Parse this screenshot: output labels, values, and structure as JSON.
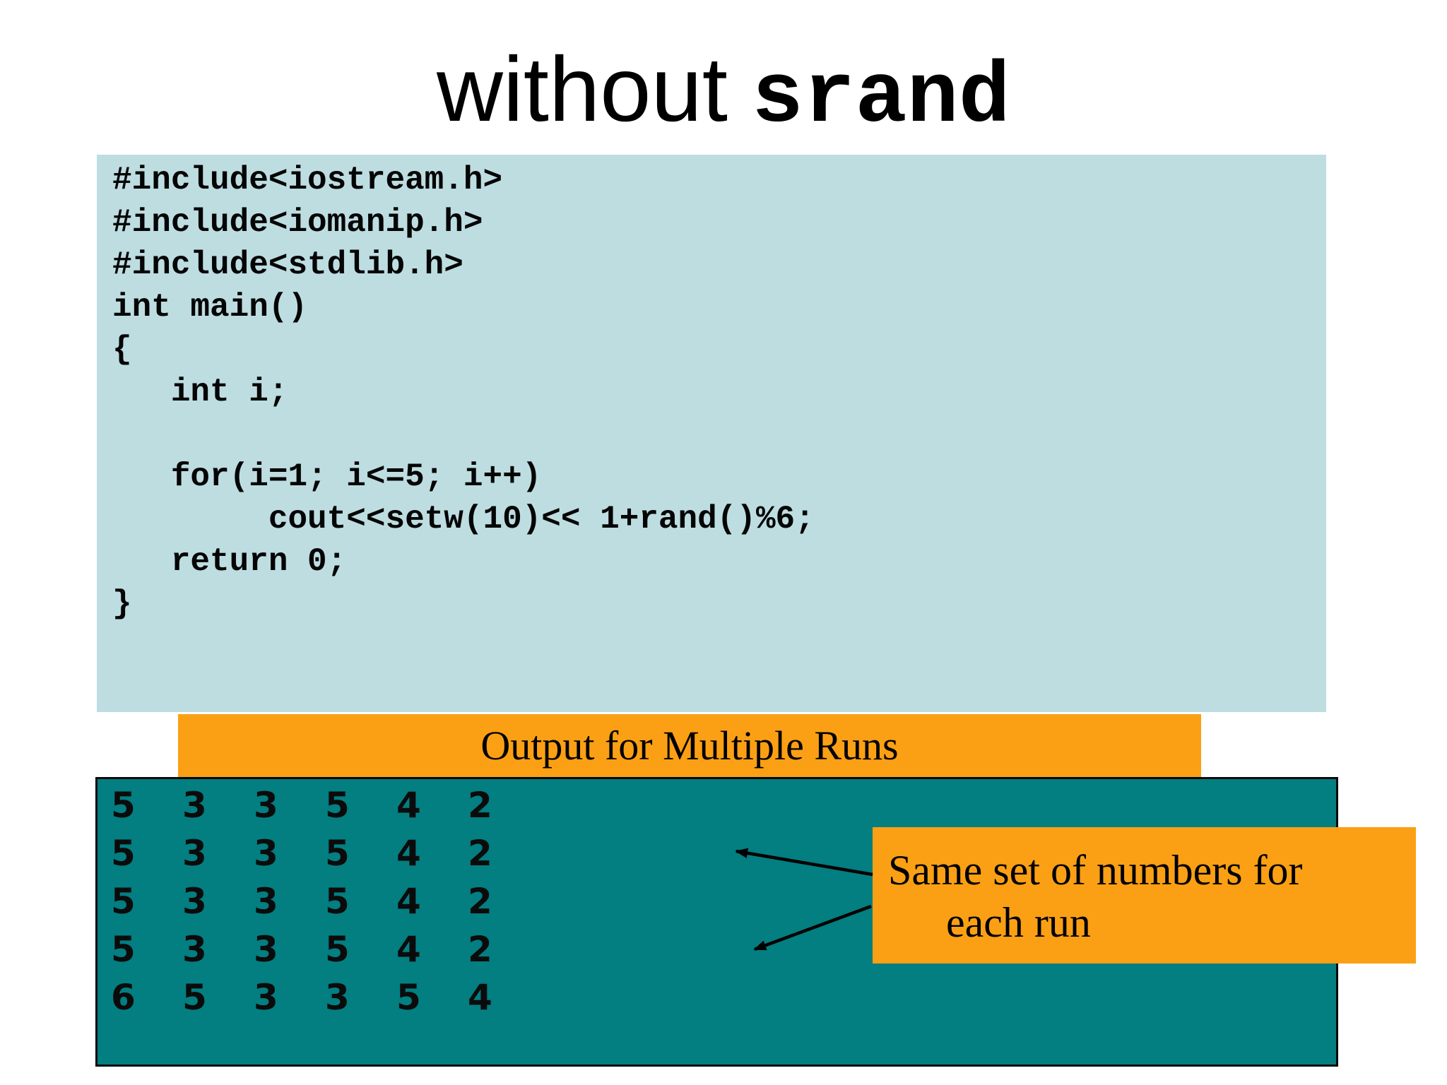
{
  "title": {
    "text_regular": "without",
    "text_code": "srand"
  },
  "code_block": {
    "bg_color": "#BDDDE1",
    "lines": [
      "#include<iostream.h>",
      "#include<iomanip.h>",
      "#include<stdlib.h>",
      "int main()",
      "{",
      "   int i;",
      "",
      "   for(i=1; i<=5; i++)",
      "        cout<<setw(10)<< 1+rand()%6;",
      "   return 0;",
      "}"
    ]
  },
  "output_banner": {
    "label": "Output for Multiple Runs",
    "bg_color": "#FBA014"
  },
  "output_block": {
    "bg_color": "#037E81",
    "border_color": "#0a0a0a",
    "rows": [
      [
        5,
        3,
        3,
        5,
        4,
        2
      ],
      [
        5,
        3,
        3,
        5,
        4,
        2
      ],
      [
        5,
        3,
        3,
        5,
        4,
        2
      ],
      [
        5,
        3,
        3,
        5,
        4,
        2
      ],
      [
        6,
        5,
        3,
        3,
        5,
        4
      ]
    ]
  },
  "callout": {
    "line1": "Same set of numbers for",
    "line2": "each run",
    "bg_color": "#FBA014",
    "arrow_color": "#000000"
  }
}
